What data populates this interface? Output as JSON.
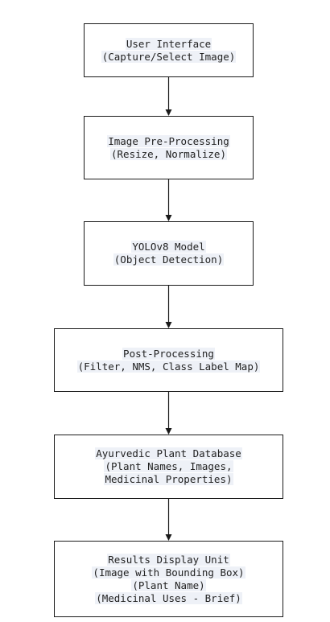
{
  "nodes": [
    {
      "id": "user-interface",
      "lines": [
        "User Interface",
        "(Capture/Select Image)"
      ]
    },
    {
      "id": "image-pre-processing",
      "lines": [
        "Image Pre-Processing",
        "(Resize, Normalize)"
      ]
    },
    {
      "id": "yolov8-model",
      "lines": [
        "YOLOv8 Model",
        "(Object Detection)"
      ]
    },
    {
      "id": "post-processing",
      "lines": [
        "Post-Processing",
        "(Filter, NMS, Class Label Map)"
      ]
    },
    {
      "id": "ayurvedic-plant-database",
      "lines": [
        "Ayurvedic Plant Database",
        "(Plant Names, Images,",
        "Medicinal Properties)"
      ]
    },
    {
      "id": "results-display-unit",
      "lines": [
        "Results Display Unit",
        "(Image with Bounding Box)",
        "(Plant Name)",
        "(Medicinal Uses - Brief)"
      ]
    }
  ],
  "edges": [
    {
      "from": "user-interface",
      "to": "image-pre-processing"
    },
    {
      "from": "image-pre-processing",
      "to": "yolov8-model"
    },
    {
      "from": "yolov8-model",
      "to": "post-processing"
    },
    {
      "from": "post-processing",
      "to": "ayurvedic-plant-database"
    },
    {
      "from": "ayurvedic-plant-database",
      "to": "results-display-unit"
    }
  ],
  "colors": {
    "border": "#1a1a1a",
    "text": "#222222",
    "text_highlight": "#eef1f7",
    "arrow": "#1a1a1a"
  }
}
